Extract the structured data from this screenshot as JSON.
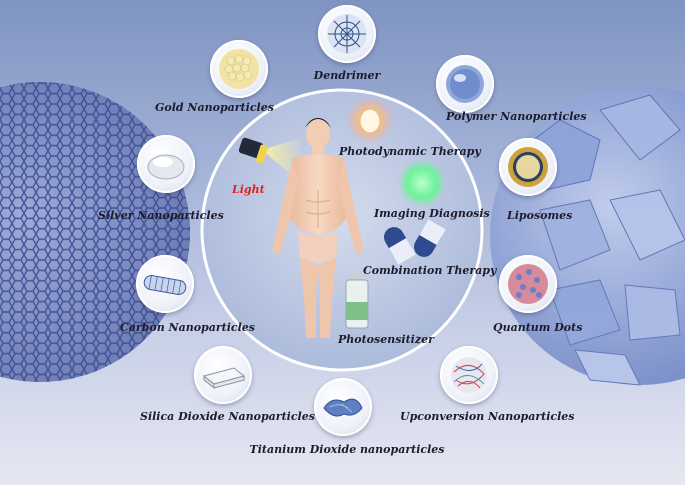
{
  "center": {
    "items": [
      {
        "key": "photodynamic",
        "label": "Photodynamic Therapy"
      },
      {
        "key": "imaging",
        "label": "Imaging Diagnosis"
      },
      {
        "key": "combination",
        "label": "Combination Therapy"
      },
      {
        "key": "photosensitizer",
        "label": "Photosensitizer"
      },
      {
        "key": "light",
        "label": "Light"
      }
    ]
  },
  "nanoparticles": [
    {
      "key": "dendrimer",
      "label": "Dendrimer"
    },
    {
      "key": "polymer",
      "label": "Polymer Nanoparticles"
    },
    {
      "key": "liposomes",
      "label": "Liposomes"
    },
    {
      "key": "quantum",
      "label": "Quantum Dots"
    },
    {
      "key": "upconversion",
      "label": "Upconversion Nanoparticles"
    },
    {
      "key": "titanium",
      "label": "Titanium Dioxide nanoparticles"
    },
    {
      "key": "silica",
      "label": "Silica Dioxide Nanoparticles"
    },
    {
      "key": "carbon",
      "label": "Carbon Nanoparticles"
    },
    {
      "key": "silver",
      "label": "Silver Nanoparticles"
    },
    {
      "key": "gold",
      "label": "Gold Nanoparticles"
    }
  ],
  "colors": {
    "background_top": "#7f94c2",
    "central_circle": "#bcc8e2",
    "light_label": "#d8262a",
    "light_beam": "#f7f09a"
  }
}
